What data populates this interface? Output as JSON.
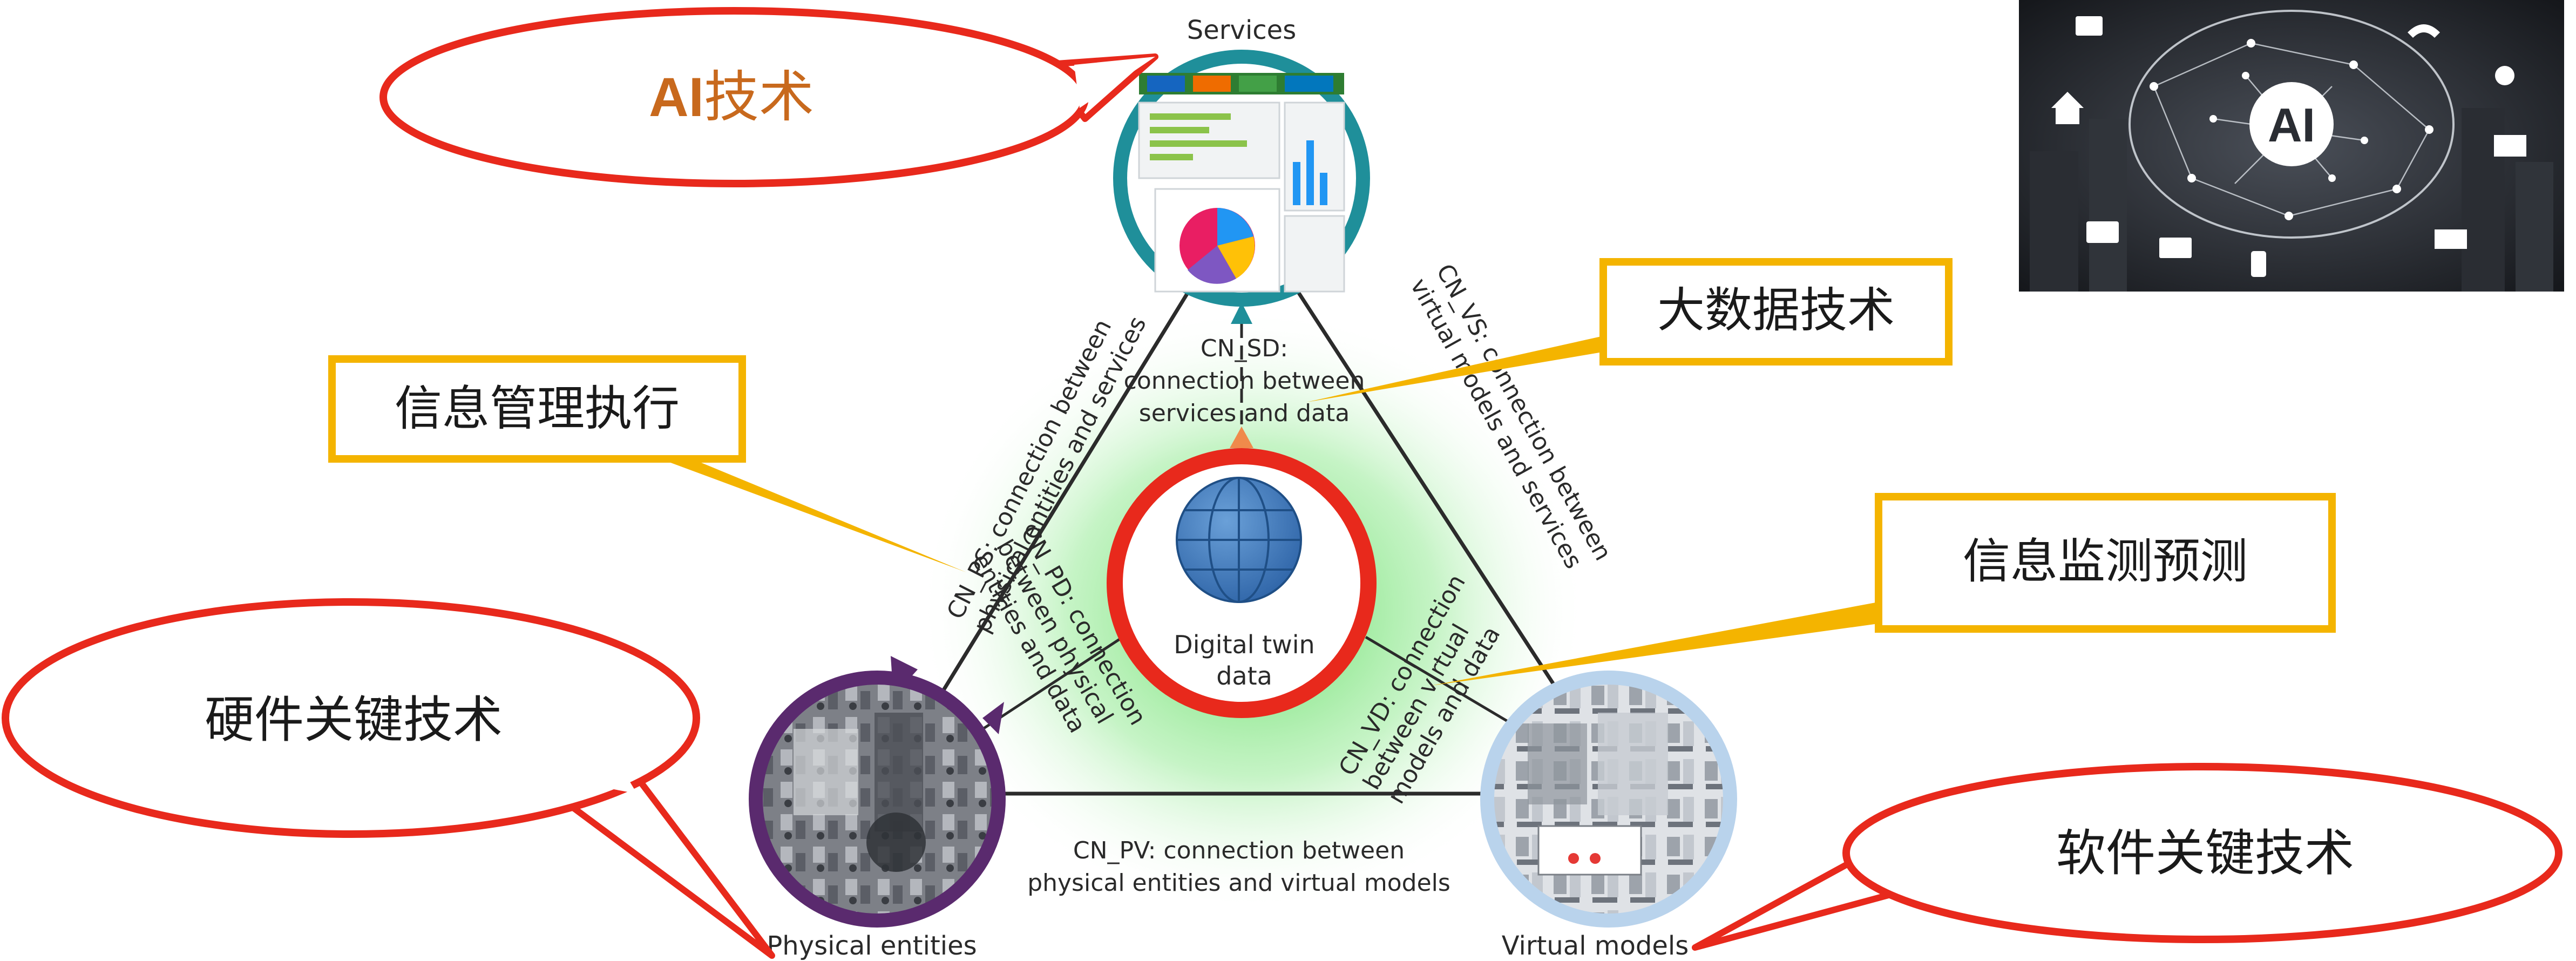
{
  "labels": {
    "services": "Services",
    "physical_entities": "Physical entities",
    "virtual_models": "Virtual models",
    "center": "Digital twin data"
  },
  "connections": {
    "cn_sd": "CN_SD: connection between services and data",
    "cn_ps": "CN_PS: connection between physical entities and services",
    "cn_vs": "CN_VS: connection between virtual models and services",
    "cn_pd": "CN_PD: connection between physical entities and data",
    "cn_vd": "CN_VD: connection between virtual models and data",
    "cn_pv": "CN_PV: connection between physical entities and virtual models"
  },
  "callouts": {
    "ai_prefix": "AI",
    "ai_suffix": "技术",
    "big_data": "大数据技术",
    "info_mgmt": "信息管理执行",
    "info_monitor": "信息监测预测",
    "hardware": "硬件关键技术",
    "software": "软件关键技术"
  },
  "thumbnail": {
    "badge": "AI"
  },
  "colors": {
    "callout_red": "#e8291c",
    "box_yellow": "#f4b400",
    "ai_orange": "#c8691d",
    "services_ring": "#1f8f9a",
    "physical_ring": "#5a2a6e",
    "virtual_ring": "#b9d3ec",
    "glow_green": "#5fe05f"
  }
}
